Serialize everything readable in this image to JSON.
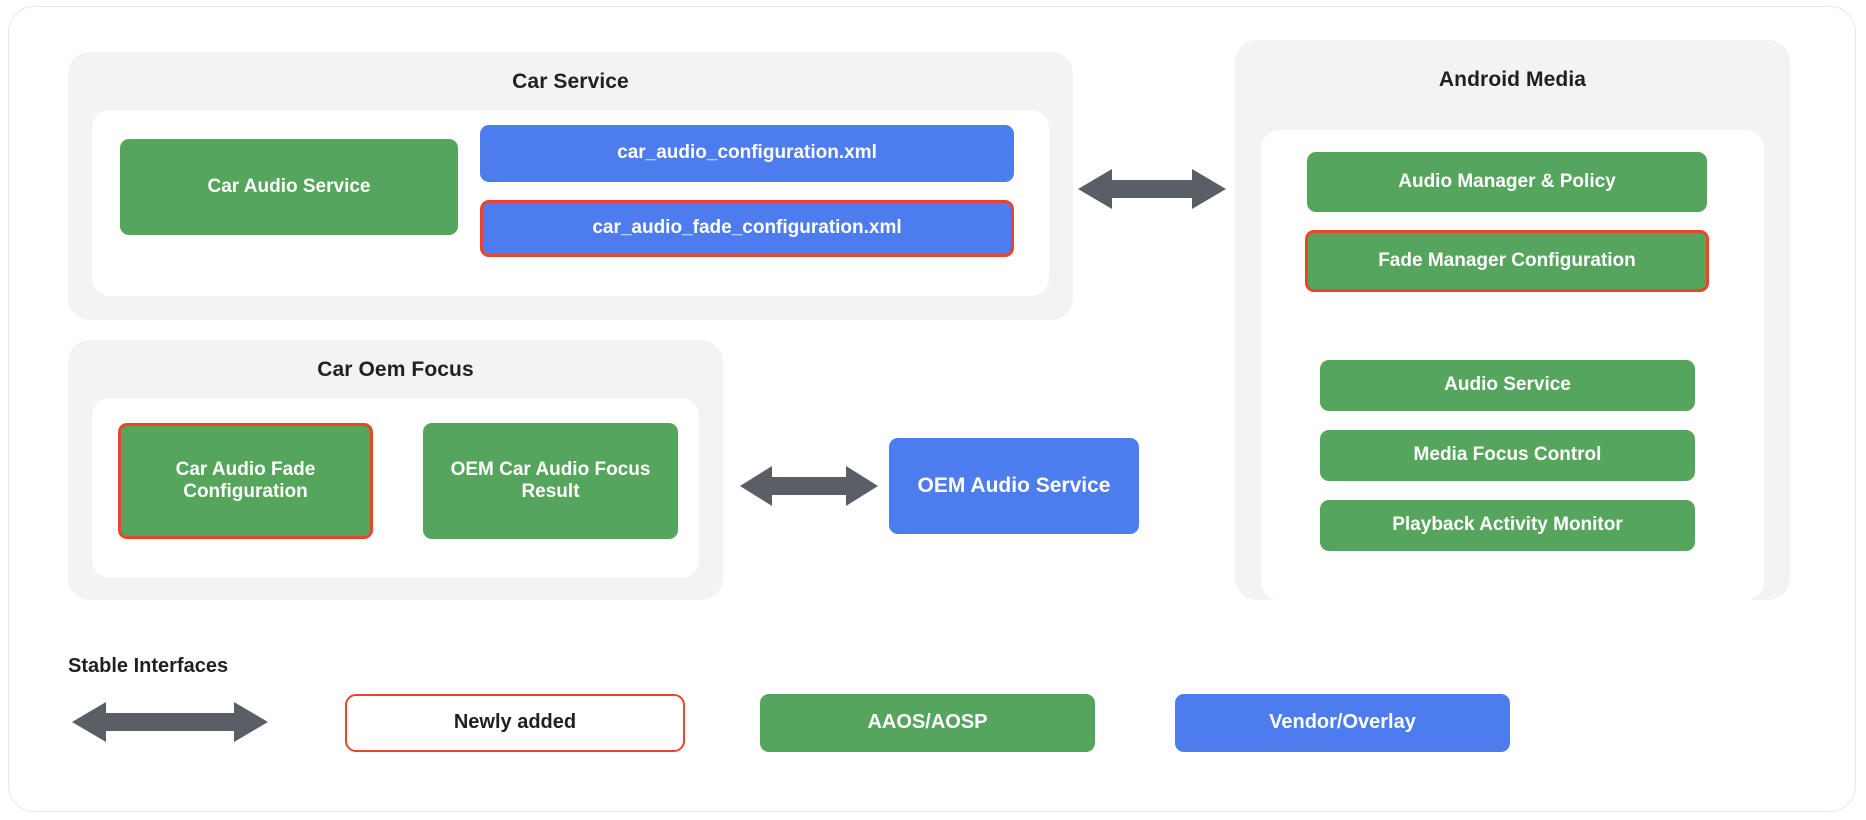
{
  "diagram": {
    "groups": [
      {
        "id": "car-service",
        "title": "Car Service",
        "nodes": [
          {
            "id": "car-audio-service",
            "label": "Car Audio Service",
            "style": "green"
          },
          {
            "id": "car-audio-configuration-xml",
            "label": "car_audio_configuration.xml",
            "style": "blue"
          },
          {
            "id": "car-audio-fade-configuration-xml",
            "label": "car_audio_fade_configuration.xml",
            "style": "blue",
            "highlighted": true
          }
        ]
      },
      {
        "id": "car-oem-focus",
        "title": "Car Oem Focus",
        "nodes": [
          {
            "id": "car-audio-fade-configuration",
            "label": "Car Audio Fade Configuration",
            "style": "green",
            "highlighted": true
          },
          {
            "id": "oem-car-audio-focus-result",
            "label": "OEM Car Audio Focus Result",
            "style": "green"
          }
        ]
      },
      {
        "id": "android-media",
        "title": "Android Media",
        "nodes": [
          {
            "id": "audio-manager-policy",
            "label": "Audio Manager & Policy",
            "style": "green"
          },
          {
            "id": "fade-manager-configuration",
            "label": "Fade Manager Configuration",
            "style": "green",
            "highlighted": true
          },
          {
            "id": "audio-service",
            "label": "Audio Service",
            "style": "green"
          },
          {
            "id": "media-focus-control",
            "label": "Media Focus Control",
            "style": "green"
          },
          {
            "id": "playback-activity-monitor",
            "label": "Playback Activity Monitor",
            "style": "green"
          }
        ]
      }
    ],
    "standalone_nodes": [
      {
        "id": "oem-audio-service",
        "label": "OEM Audio Service",
        "style": "blue"
      }
    ],
    "connectors": [
      {
        "id": "car-service-to-android-media",
        "type": "double-arrow"
      },
      {
        "id": "car-oem-focus-to-oem-audio-service",
        "type": "double-arrow"
      }
    ]
  },
  "legend": {
    "stable_interfaces_label": "Stable Interfaces",
    "items": [
      {
        "id": "newly-added",
        "label": "Newly added",
        "style": "white-outline-red"
      },
      {
        "id": "aaos-aosp",
        "label": "AAOS/AOSP",
        "style": "green"
      },
      {
        "id": "vendor-overlay",
        "label": "Vendor/Overlay",
        "style": "blue"
      }
    ]
  },
  "colors": {
    "green": "#56a55c",
    "blue": "#4d7cee",
    "highlight_red": "#e8452c",
    "arrow_gray": "#5a5f66",
    "panel_gray": "#f2f3f4",
    "text_dark": "#1f2023"
  }
}
